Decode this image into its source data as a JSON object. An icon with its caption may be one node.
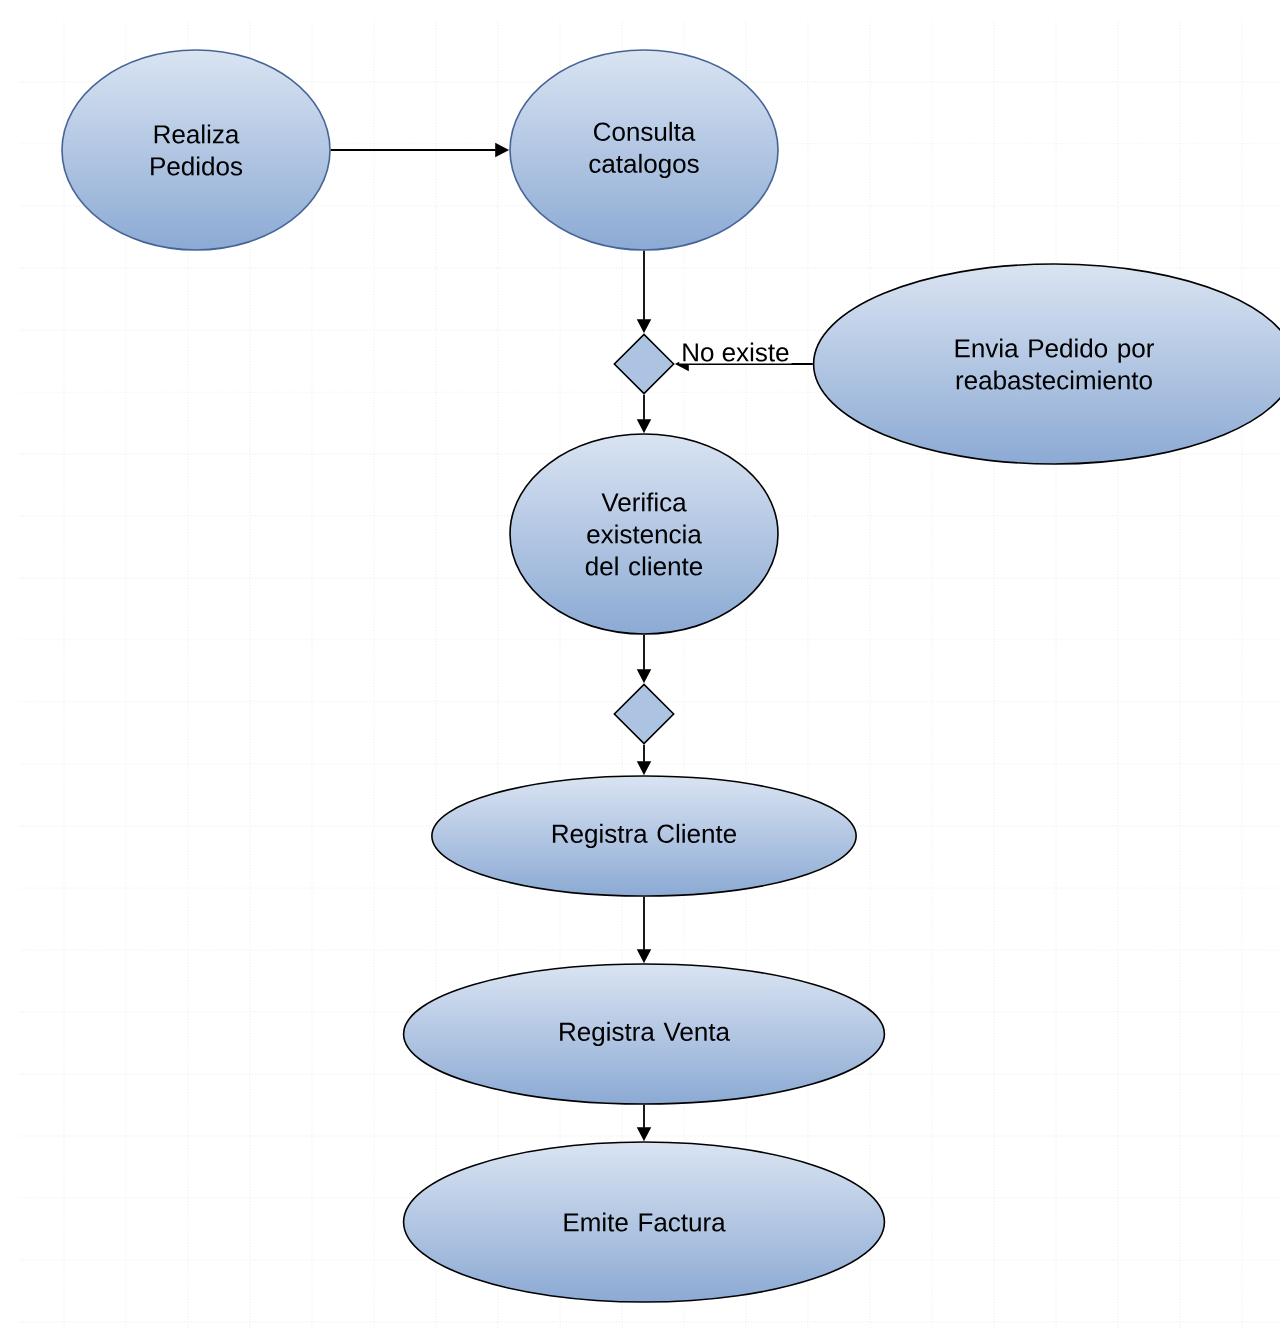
{
  "diagram": {
    "nodes": [
      {
        "text": [
          "Realiza Pedidos"
        ]
      },
      {
        "text": [
          "Consulta catalogos"
        ]
      },
      {
        "text": [],
        "shape": "diamond"
      },
      {
        "text": [
          "Envia Pedido por reabastecimiento"
        ]
      },
      {
        "text": [
          "Verifica existencia del cliente"
        ]
      },
      {
        "text": [],
        "shape": "diamond"
      },
      {
        "text": [
          "Registra Cliente"
        ]
      },
      {
        "text": [
          "Registra Venta"
        ]
      },
      {
        "text": [
          "Emite Factura"
        ]
      }
    ],
    "edges": [
      {
        "from": 0,
        "to": 1,
        "arrow": "to"
      },
      {
        "from": 1,
        "to": 2,
        "arrow": "to"
      },
      {
        "from": 3,
        "to": 2,
        "arrow": "to",
        "label": "No existe"
      },
      {
        "from": 2,
        "to": 4,
        "arrow": "to"
      },
      {
        "from": 4,
        "to": 5,
        "arrow": "to"
      },
      {
        "from": 5,
        "to": 6,
        "arrow": "to"
      },
      {
        "from": 6,
        "to": 7,
        "arrow": "to"
      },
      {
        "from": 7,
        "to": 8,
        "arrow": "to"
      }
    ]
  }
}
